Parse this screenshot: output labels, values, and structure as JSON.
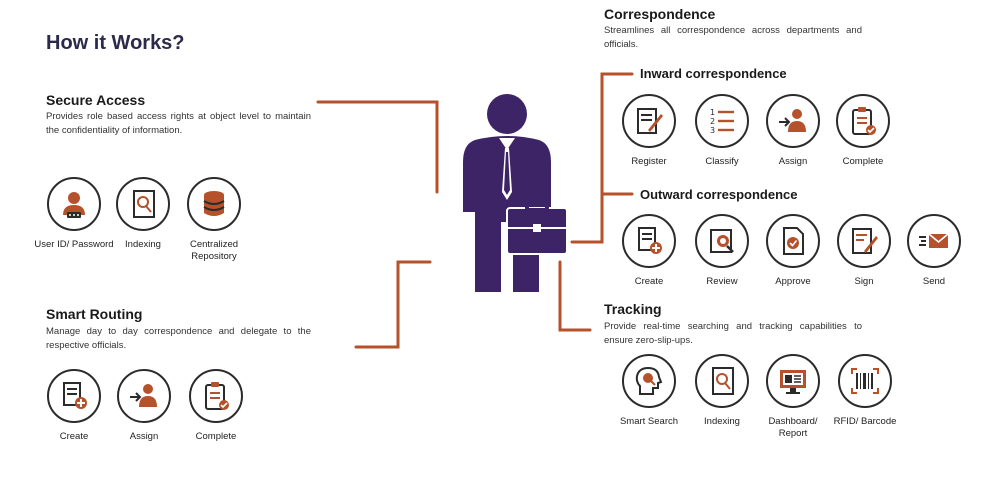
{
  "title": "How it Works?",
  "colors": {
    "accent": "#b5522b",
    "figure": "#3d2466",
    "ink": "#2b2b2b"
  },
  "secure_access": {
    "title": "Secure Access",
    "desc": "Provides role based access rights at object level to maintain the confidentiality of information.",
    "items": [
      {
        "label": "User ID/ Password",
        "icon": "user-id-icon"
      },
      {
        "label": "Indexing",
        "icon": "indexing-icon"
      },
      {
        "label": "Centralized Repository",
        "icon": "database-icon"
      }
    ]
  },
  "smart_routing": {
    "title": "Smart Routing",
    "desc": "Manage day to day correspondence and delegate to the respective officials.",
    "items": [
      {
        "label": "Create",
        "icon": "create-doc-icon"
      },
      {
        "label": "Assign",
        "icon": "assign-icon"
      },
      {
        "label": "Complete",
        "icon": "clipboard-complete-icon"
      }
    ]
  },
  "correspondence": {
    "title": "Correspondence",
    "desc": "Streamlines all correspondence across departments and officials."
  },
  "inward": {
    "title": "Inward correspondence",
    "items": [
      {
        "label": "Register",
        "icon": "register-icon"
      },
      {
        "label": "Classify",
        "icon": "classify-list-icon"
      },
      {
        "label": "Assign",
        "icon": "assign-icon"
      },
      {
        "label": "Complete",
        "icon": "clipboard-complete-icon"
      }
    ]
  },
  "outward": {
    "title": "Outward correspondence",
    "items": [
      {
        "label": "Create",
        "icon": "create-doc-icon"
      },
      {
        "label": "Review",
        "icon": "review-icon"
      },
      {
        "label": "Approve",
        "icon": "approve-icon"
      },
      {
        "label": "Sign",
        "icon": "sign-icon"
      },
      {
        "label": "Send",
        "icon": "send-mail-icon"
      }
    ]
  },
  "tracking": {
    "title": "Tracking",
    "desc": "Provide real-time searching and tracking capabilities to ensure zero-slip-ups.",
    "items": [
      {
        "label": "Smart Search",
        "icon": "smart-search-icon"
      },
      {
        "label": "Indexing",
        "icon": "indexing-icon"
      },
      {
        "label": "Dashboard/ Report",
        "icon": "dashboard-icon"
      },
      {
        "label": "RFID/ Barcode",
        "icon": "barcode-icon"
      }
    ]
  }
}
